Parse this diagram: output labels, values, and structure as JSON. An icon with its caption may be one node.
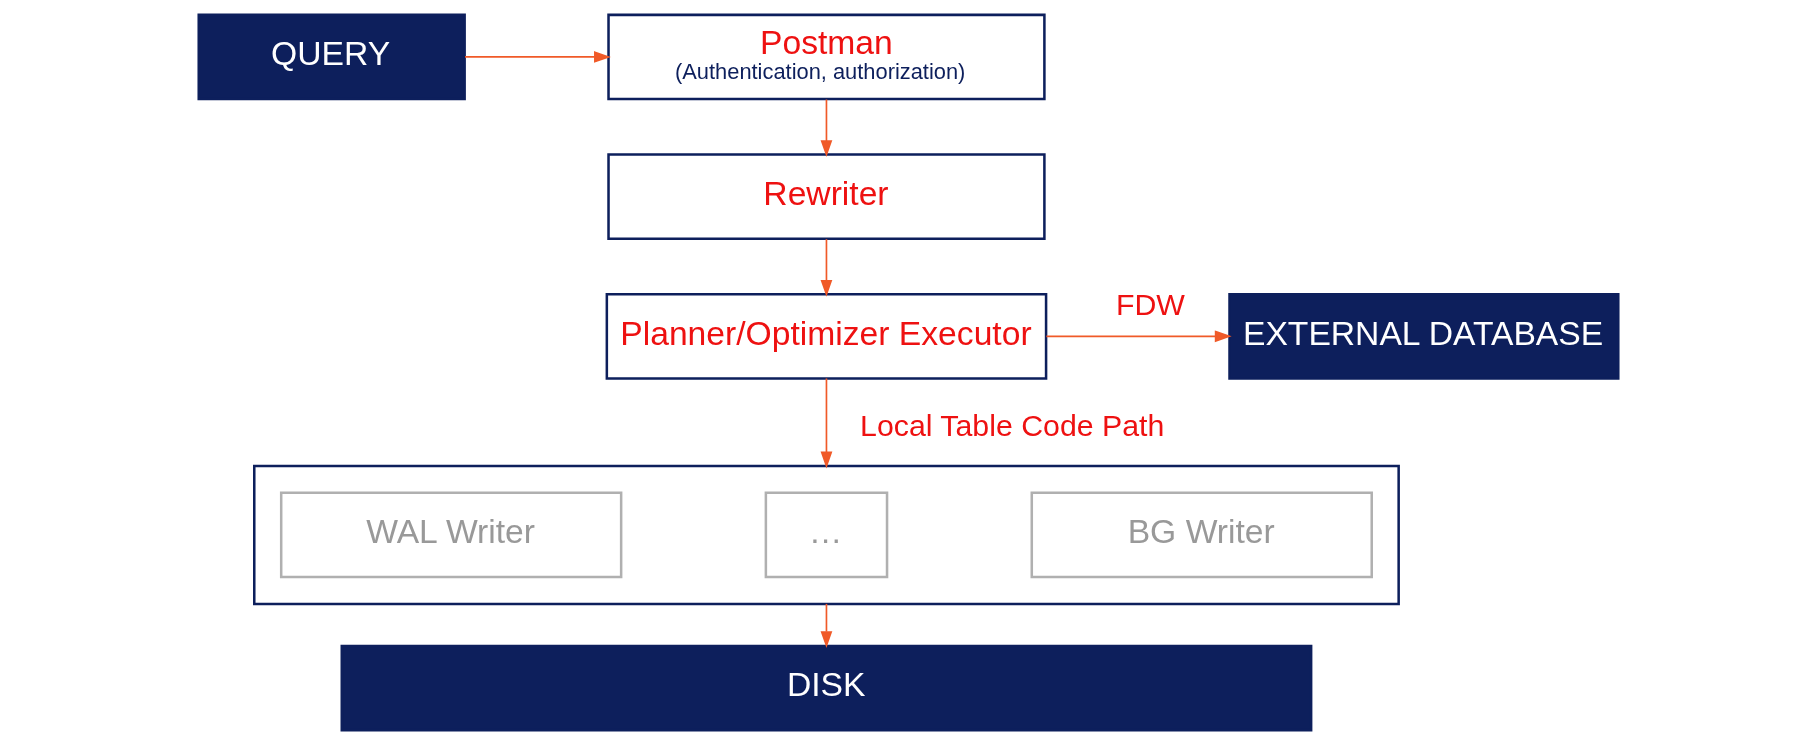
{
  "diagram": {
    "nodes": [
      {
        "text": [
          "QUERY"
        ]
      },
      {
        "text": [
          "Postman",
          "(Authentication, authorization)"
        ]
      },
      {
        "text": [
          "Rewriter"
        ]
      },
      {
        "text": [
          "Planner/Optimizer Executor"
        ]
      },
      {
        "text": [
          "EXTERNAL DATABASE"
        ]
      },
      {
        "text": [],
        "shape": "box"
      },
      {
        "text": [
          "WAL Writer"
        ],
        "in": 5
      },
      {
        "text": [
          "…"
        ],
        "in": 5
      },
      {
        "text": [
          "BG Writer"
        ],
        "in": 5
      },
      {
        "text": [
          "DISK"
        ]
      }
    ],
    "edges": [
      {
        "from": 0,
        "to": 1,
        "arrow": "to"
      },
      {
        "from": 1,
        "to": 2,
        "arrow": "to"
      },
      {
        "from": 2,
        "to": 3,
        "arrow": "to"
      },
      {
        "from": 3,
        "to": 4,
        "arrow": "to",
        "label": "FDW"
      },
      {
        "from": 3,
        "to": 5,
        "arrow": "to",
        "label": "Local Table Code Path"
      },
      {
        "from": 5,
        "to": 9,
        "arrow": "to"
      }
    ]
  }
}
